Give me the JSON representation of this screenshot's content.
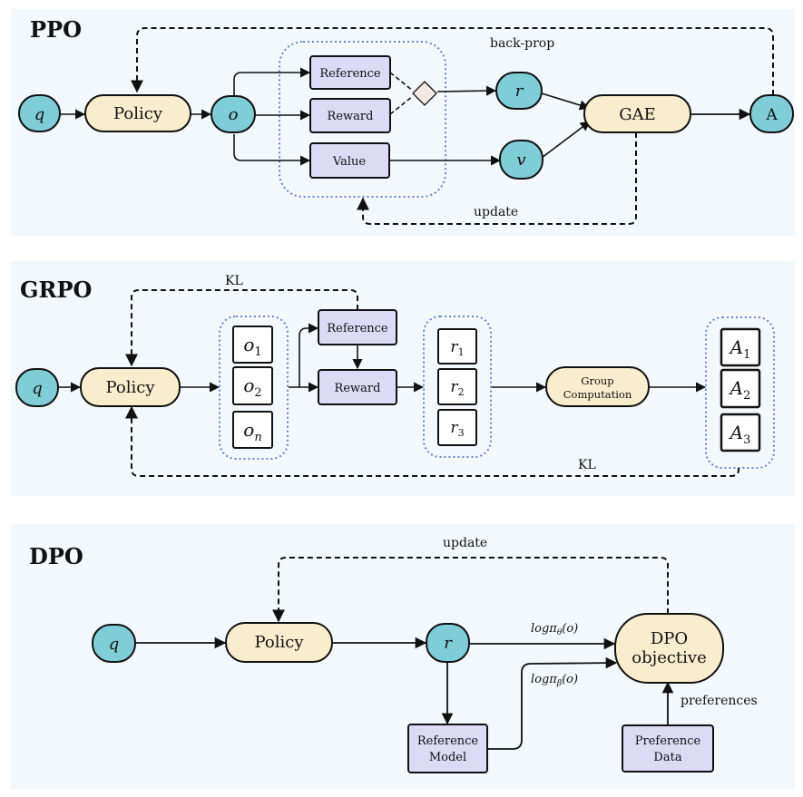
{
  "colors": {
    "panel": "#f2f8fb",
    "policy_fill": "#f8eecd",
    "circle_fill": "#7fcdd6",
    "box_fill": "#dcdaf4",
    "group_border": "#6a86cf"
  },
  "ppo": {
    "title": "PPO",
    "q": "q",
    "policy": "Policy",
    "o": "o",
    "reference": "Reference",
    "reward": "Reward",
    "value": "Value",
    "r": "r",
    "v": "v",
    "gae": "GAE",
    "a": "A",
    "backprop": "back-prop",
    "update": "update"
  },
  "grpo": {
    "title": "GRPO",
    "q": "q",
    "policy": "Policy",
    "outputs": [
      {
        "base": "o",
        "sub": "1"
      },
      {
        "base": "o",
        "sub": "2"
      },
      {
        "base": "o",
        "sub": "n"
      }
    ],
    "reference": "Reference",
    "reward": "Reward",
    "rewards": [
      {
        "base": "r",
        "sub": "1"
      },
      {
        "base": "r",
        "sub": "2"
      },
      {
        "base": "r",
        "sub": "3"
      }
    ],
    "group_line1": "Group",
    "group_line2": "Computation",
    "advantages": [
      {
        "base": "A",
        "sub": "1"
      },
      {
        "base": "A",
        "sub": "2"
      },
      {
        "base": "A",
        "sub": "3"
      }
    ],
    "kl_top": "KL",
    "kl_bottom": "KL"
  },
  "dpo": {
    "title": "DPO",
    "q": "q",
    "policy": "Policy",
    "r": "r",
    "objective_line1": "DPO",
    "objective_line2": "objective",
    "ref_line1": "Reference",
    "ref_line2": "Model",
    "pref_line1": "Preference",
    "pref_line2": "Data",
    "update": "update",
    "preferences": "preferences",
    "log_theta": {
      "base": "logπ",
      "sub": "θ",
      "arg": "(o)"
    },
    "log_beta": {
      "base": "logπ",
      "sub": "β",
      "arg": "(o)"
    }
  }
}
